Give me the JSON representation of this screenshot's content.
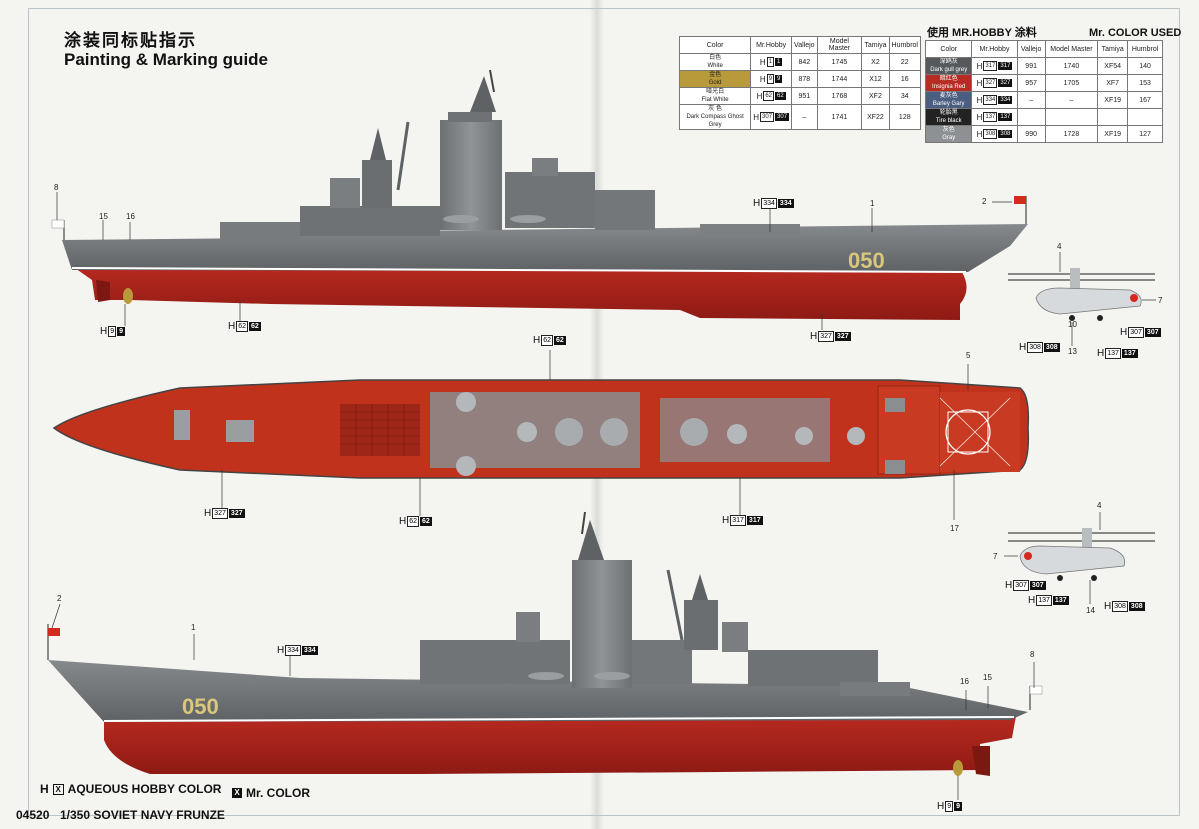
{
  "title_cn": "涂装同标贴指示",
  "title_en": "Painting & Marking guide",
  "used_label": "使用 MR.HOBBY 涂料",
  "used_label_right": "Mr. COLOR USED",
  "table_headers": [
    "Color",
    "Mr.Hobby",
    "Vallejo",
    "Model Master",
    "Tamiya",
    "Humbrol"
  ],
  "table_left": [
    {
      "en": "White",
      "cn": "白色",
      "code": "1",
      "vallejo": "842",
      "mm": "1745",
      "tamiya": "X2",
      "humbrol": "22",
      "swatch": "#ffffff"
    },
    {
      "en": "Gold",
      "cn": "金色",
      "code": "9",
      "vallejo": "878",
      "mm": "1744",
      "tamiya": "X12",
      "humbrol": "16",
      "swatch": "#b89a3a"
    },
    {
      "en": "Flat White",
      "cn": "哑光白",
      "code": "62",
      "vallejo": "951",
      "mm": "1768",
      "tamiya": "XF2",
      "humbrol": "34",
      "swatch": "#ffffff"
    },
    {
      "en": "Dark Compass Ghost Grey",
      "cn": "灰 色",
      "code": "307",
      "vallejo": "–",
      "mm": "1741",
      "tamiya": "XF22",
      "humbrol": "128",
      "swatch": "#ffffff"
    }
  ],
  "table_right": [
    {
      "en": "Dark gull grey",
      "cn": "深鸥灰",
      "code": "317",
      "vallejo": "991",
      "mm": "1740",
      "tamiya": "XF54",
      "humbrol": "140",
      "swatch": "#55595c",
      "fg": "#ffffff"
    },
    {
      "en": "Insignia Red",
      "cn": "暗红色",
      "code": "327",
      "vallejo": "957",
      "mm": "1705",
      "tamiya": "XF7",
      "humbrol": "153",
      "swatch": "#b62c23",
      "fg": "#ffffff"
    },
    {
      "en": "Barley Gary",
      "cn": "麦灰色",
      "code": "334",
      "vallejo": "–",
      "mm": "–",
      "tamiya": "XF19",
      "humbrol": "167",
      "swatch": "#4b5d80",
      "fg": "#ffffff"
    },
    {
      "en": "Tire black",
      "cn": "轮胎黑",
      "code": "137",
      "vallejo": "",
      "mm": "",
      "tamiya": "",
      "humbrol": "",
      "swatch": "#222222",
      "fg": "#ffffff"
    },
    {
      "en": "Gray",
      "cn": "灰色",
      "code": "308",
      "vallejo": "990",
      "mm": "1728",
      "tamiya": "XF19",
      "humbrol": "127",
      "swatch": "#8d9194",
      "fg": "#ffffff"
    }
  ],
  "hull_number": "050",
  "callouts": {
    "c_top_334": "334",
    "c_top_9": "9",
    "c_top_62": "62",
    "c_top_327": "327",
    "c_deck_62a": "62",
    "c_deck_327": "327",
    "c_deck_62b": "62",
    "c_deck_317": "317",
    "c_heli1_307": "307",
    "c_heli1_308": "308",
    "c_heli1_137": "137",
    "c_heli2_307": "307",
    "c_heli2_137": "137",
    "c_heli2_308": "308",
    "c_bot_334": "334",
    "c_bot_9": "9"
  },
  "numbers": {
    "n8a": "8",
    "n15a": "15",
    "n16a": "16",
    "n1a": "1",
    "n2a": "2",
    "n4a": "4",
    "n7a": "7",
    "n10": "10",
    "n13": "13",
    "n5": "5",
    "n17": "17",
    "n4b": "4",
    "n7b": "7",
    "n14": "14",
    "n2b": "2",
    "n1b": "1",
    "n16b": "16",
    "n15b": "15",
    "n8b": "8"
  },
  "legend_aqueous": "AQUEOUS HOBBY COLOR",
  "legend_mr": "Mr. COLOR",
  "footer_code": "04520",
  "footer_title": "1/350 SOVIET NAVY FRUNZE",
  "colors": {
    "hull_red": "#b0221c",
    "hull_grey": "#6e7275",
    "deck_red": "#c0321c",
    "super_grey": "#7b7f82"
  }
}
